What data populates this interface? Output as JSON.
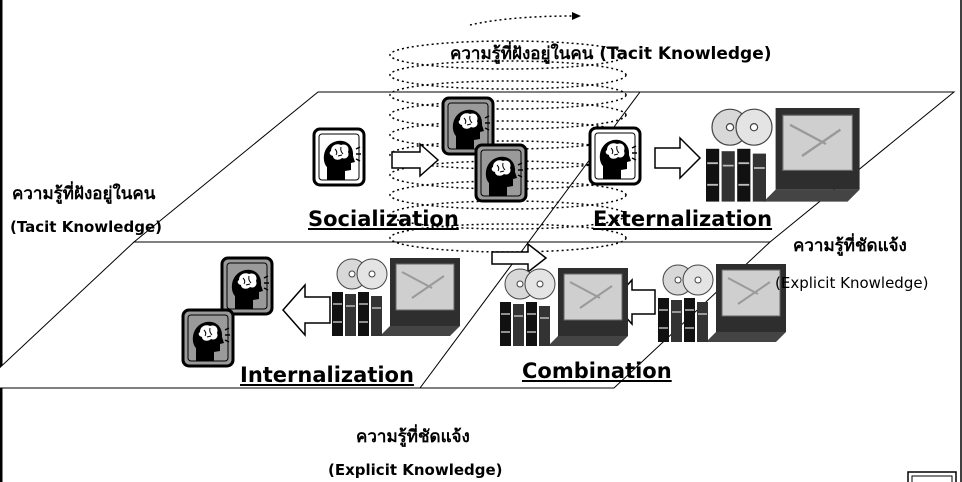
{
  "diagram": {
    "top_label": "ความรู้ที่ฝังอยู่ในคน (Tacit Knowledge)",
    "left_label_thai": "ความรู้ที่ฝังอยู่ในคน",
    "left_label_en": "(Tacit Knowledge)",
    "right_label_thai": "ความรู้ที่ชัดแจ้ง",
    "right_label_en": "(Explicit Knowledge)",
    "bottom_label_thai": "ความรู้ที่ชัดแจ้ง",
    "bottom_label_en": "(Explicit Knowledge)",
    "modes": {
      "socialization": "Socialization",
      "externalization": "Externalization",
      "internalization": "Internalization",
      "combination": "Combination"
    },
    "icons": {
      "person": "head-brain-icon",
      "explicit": "books-cds-laptop-icon",
      "arrow": "hollow-arrow-icon"
    }
  }
}
